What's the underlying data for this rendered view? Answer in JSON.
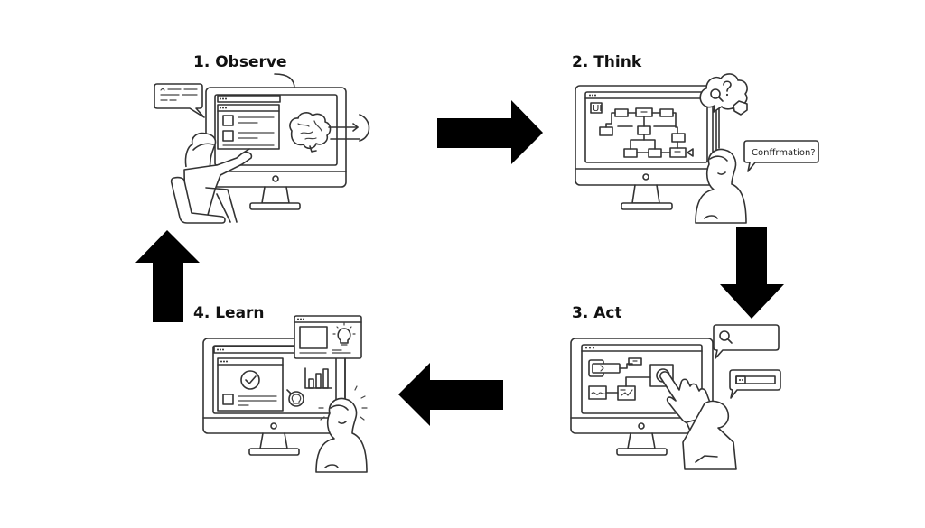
{
  "diagram": {
    "title": "Agent loop: Observe, Think, Act, Learn",
    "colors": {
      "ink": "#333333",
      "arrow": "#000000",
      "background": "#ffffff"
    },
    "steps": [
      {
        "id": "observe",
        "label": "1. Observe",
        "icons": [
          "monitor-icon",
          "chat-bubble-icon",
          "brain-icon",
          "person-pointing-icon",
          "chair-icon"
        ]
      },
      {
        "id": "think",
        "label": "2. Think",
        "bubble_text": "Conffrmation?",
        "screen_tag": "UI",
        "icons": [
          "monitor-icon",
          "flowchart-icon",
          "thought-cloud-icon",
          "magnifier-icon",
          "question-mark-icon",
          "person-icon"
        ]
      },
      {
        "id": "act",
        "label": "3. Act",
        "icons": [
          "monitor-icon",
          "hand-pointer-icon",
          "search-bubble-icon",
          "progress-bubble-icon",
          "person-icon"
        ]
      },
      {
        "id": "learn",
        "label": "4. Learn",
        "icons": [
          "monitor-icon",
          "checkmark-icon",
          "lightbulb-icon",
          "bar-chart-icon",
          "person-icon"
        ]
      }
    ],
    "flow": [
      {
        "from": "observe",
        "to": "think",
        "direction": "right"
      },
      {
        "from": "think",
        "to": "act",
        "direction": "down"
      },
      {
        "from": "act",
        "to": "learn",
        "direction": "left"
      },
      {
        "from": "learn",
        "to": "observe",
        "direction": "up"
      }
    ]
  }
}
